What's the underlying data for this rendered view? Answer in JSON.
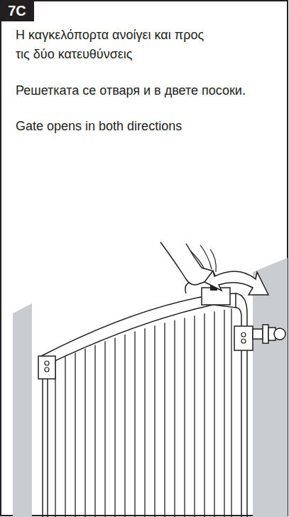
{
  "diagram": {
    "title": "7C",
    "labels": [
      "Η καγκελόπορτα ανοίγει και προς τις δύο κατευθύνσεις",
      "Решетката се отваря и в двете посоки.",
      "Gate opens in both directions"
    ]
  }
}
